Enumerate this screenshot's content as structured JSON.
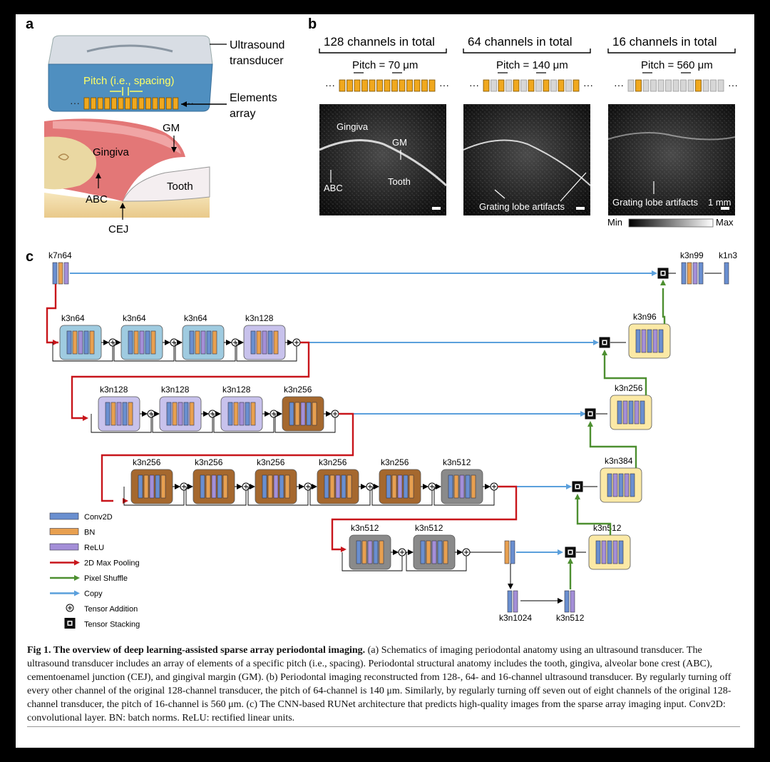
{
  "panel_a": {
    "letter": "a",
    "transducer_label_1": "Ultrasound",
    "transducer_label_2": "transducer",
    "pitch_label": "Pitch (i.e., spacing)",
    "elements_label_1": "Elements",
    "elements_label_2": "array",
    "gm": "GM",
    "gingiva": "Gingiva",
    "abc": "ABC",
    "tooth": "Tooth",
    "cej": "CEJ",
    "colors": {
      "transducer_blue": "#4f8fc0",
      "element": "#f0a81e",
      "pitch": "#ffff66",
      "gingiva": "#e37777",
      "bone": "#f3e0b0"
    }
  },
  "panel_b": {
    "letter": "b",
    "columns": [
      {
        "header": "128 channels in total",
        "pitch": "Pitch = 70 μm",
        "labels": [
          "Gingiva",
          "GM",
          "ABC",
          "Tooth"
        ]
      },
      {
        "header": "64 channels in total",
        "pitch": "Pitch = 140 μm",
        "labels": [
          "Grating lobe artifacts"
        ]
      },
      {
        "header": "16 channels in total",
        "pitch": "Pitch = 560 μm",
        "labels": [
          "Grating lobe artifacts",
          "1 mm"
        ]
      }
    ],
    "scale_min": "Min",
    "scale_max": "Max",
    "ellipsis": "···"
  },
  "panel_c": {
    "letter": "c",
    "top_left": "k7n64",
    "top_right": [
      "k3n99",
      "k1n3"
    ],
    "row1": [
      "k3n64",
      "k3n64",
      "k3n64",
      "k3n128"
    ],
    "row2": [
      "k3n128",
      "k3n128",
      "k3n128",
      "k3n256"
    ],
    "row3": [
      "k3n256",
      "k3n256",
      "k3n256",
      "k3n256",
      "k3n256",
      "k3n512"
    ],
    "row4": [
      "k3n512",
      "k3n512"
    ],
    "decoder": [
      "k3n96",
      "k3n256",
      "k3n384",
      "k3n512"
    ],
    "bottom": [
      "k3n1024",
      "k3n512"
    ],
    "legend": [
      {
        "label": "Conv2D",
        "icon": "conv-bar",
        "color": "#6a8fd0"
      },
      {
        "label": "BN",
        "icon": "bn-bar",
        "color": "#e8a050"
      },
      {
        "label": "ReLU",
        "icon": "relu-bar",
        "color": "#a48fd8"
      },
      {
        "label": "2D Max Pooling",
        "icon": "red-arrow",
        "color": "#c8151b"
      },
      {
        "label": "Pixel Shuffle",
        "icon": "green-arrow",
        "color": "#4d8f30"
      },
      {
        "label": "Copy",
        "icon": "blue-arrow",
        "color": "#5ba0dc"
      },
      {
        "label": "Tensor Addition",
        "icon": "circle-plus-icon",
        "color": "#000000"
      },
      {
        "label": "Tensor Stacking",
        "icon": "chip-icon",
        "color": "#000000"
      }
    ],
    "block_colors": {
      "blue": "#9fcbe0",
      "purple": "#c8c2ec",
      "brown": "#a5682e",
      "gray": "#8a8a8a",
      "yellow": "#fbe9a6"
    }
  },
  "caption": {
    "title": "Fig 1. The overview of deep learning-assisted sparse array periodontal imaging.",
    "body": " (a) Schematics of imaging periodontal anatomy using an ultrasound transducer. The ultrasound transducer includes an array of elements of a specific pitch (i.e., spacing). Periodontal structural anatomy includes the tooth, gingiva, alveolar bone crest (ABC), cementoenamel junction (CEJ), and gingival margin (GM). (b) Periodontal imaging reconstructed from 128-, 64- and 16-channel ultrasound transducer. By regularly turning off every other channel of the original 128-channel transducer, the pitch of 64-channel is 140 μm. Similarly, by regularly turning off seven out of eight channels of the original 128-channel transducer, the pitch of 16-channel is 560 μm. (c) The CNN-based RUNet architecture that predicts high-quality images from the sparse array imaging input. Conv2D: convolutional layer. BN: batch norms. ReLU: rectified linear units."
  }
}
